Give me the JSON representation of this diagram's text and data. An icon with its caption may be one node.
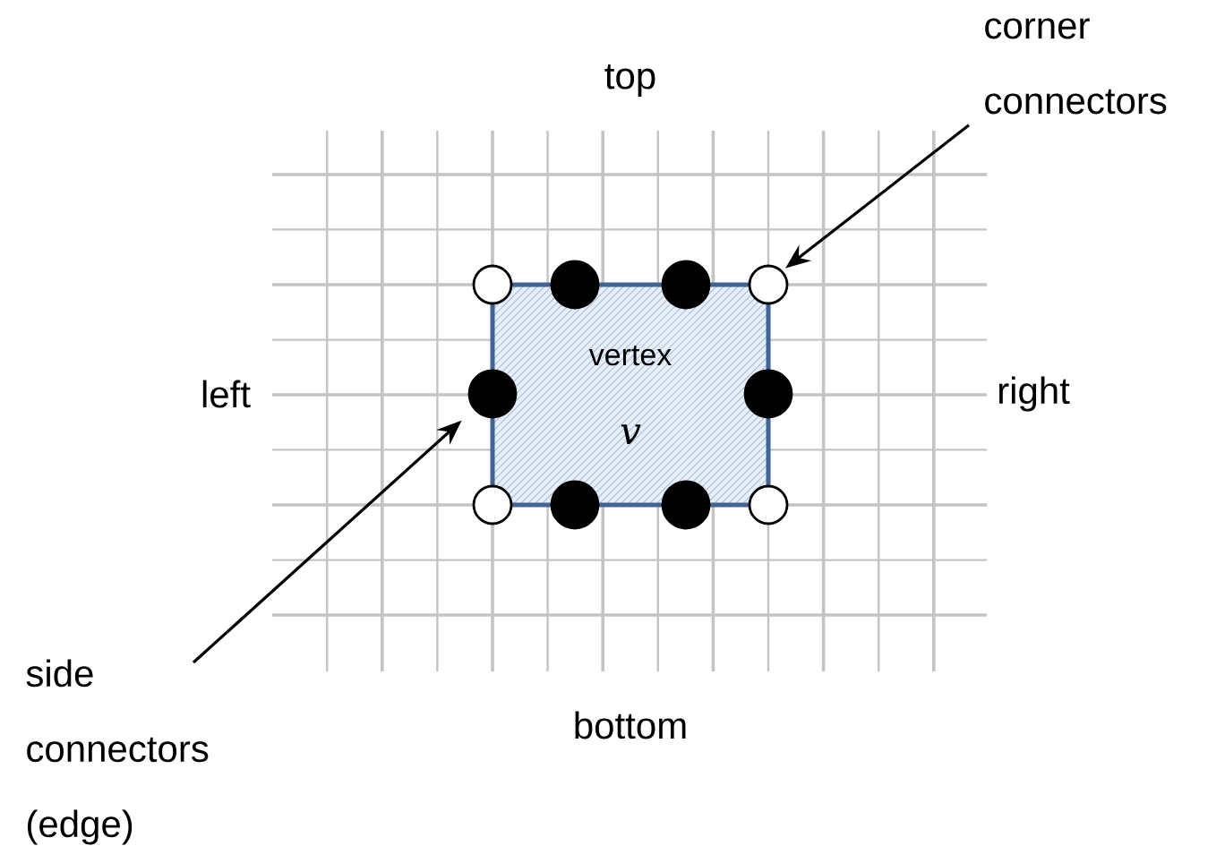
{
  "diagram": {
    "nodes": [
      {
        "text": [
          "corner connectors"
        ]
      },
      {
        "text": [
          "vertex",
          "v"
        ]
      },
      {
        "text": [],
        "shape": "circle"
      },
      {
        "text": [],
        "shape": "dot"
      },
      {
        "text": [],
        "shape": "dot"
      },
      {
        "text": [],
        "shape": "circle"
      },
      {
        "text": [],
        "shape": "dot"
      },
      {
        "text": [],
        "shape": "dot"
      },
      {
        "text": [],
        "shape": "circle"
      },
      {
        "text": [],
        "shape": "dot"
      },
      {
        "text": [],
        "shape": "dot"
      },
      {
        "text": [],
        "shape": "circle"
      },
      {
        "text": [
          "side connectors (edge)"
        ]
      }
    ],
    "edges": [
      {
        "from": 0,
        "to": 5,
        "arrow": "to"
      },
      {
        "from": 12,
        "to": 6,
        "arrow": "to"
      }
    ],
    "labels": [
      "top",
      "left",
      "right",
      "bottom"
    ]
  }
}
